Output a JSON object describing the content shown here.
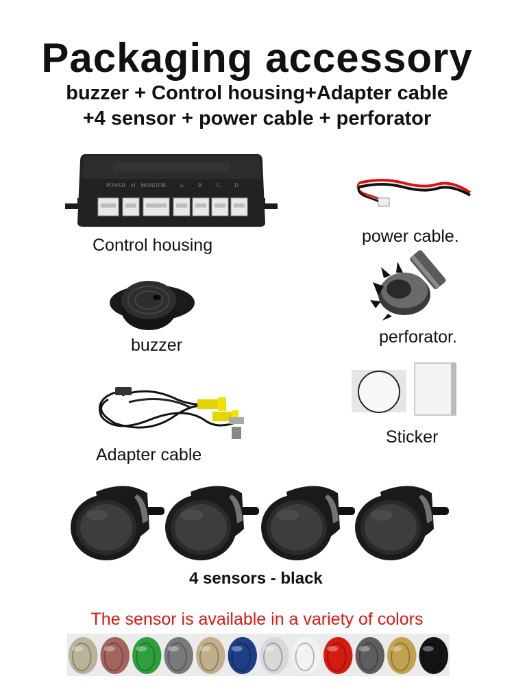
{
  "header": {
    "title": "Packaging accessory",
    "subtitle_line1": "buzzer + Control housing+Adapter cable",
    "subtitle_line2": "+4 sensor + power cable + perforator"
  },
  "items": {
    "control_housing": {
      "label": "Control housing",
      "port_labels": [
        "POWER",
        "eJ",
        "MONITOR",
        "A",
        "B",
        "C",
        "D"
      ]
    },
    "power_cable": {
      "label": "power cable."
    },
    "perforator": {
      "label": "perforator."
    },
    "buzzer": {
      "label": "buzzer"
    },
    "adapter_cable": {
      "label": "Adapter cable"
    },
    "sticker": {
      "label": "Sticker"
    },
    "sensors": {
      "label": "4 sensors - black",
      "count": 4,
      "color": "#1a1a1a"
    }
  },
  "color_note": "The sensor is available in a variety of colors",
  "sensor_colors": [
    "#b9b39a",
    "#a1655c",
    "#2f9f3d",
    "#77797b",
    "#c1ae8b",
    "#1e3e86",
    "#d8d8d8",
    "#f2f2f2",
    "#d41b12",
    "#5c5e60",
    "#c2a24f",
    "#141414"
  ]
}
